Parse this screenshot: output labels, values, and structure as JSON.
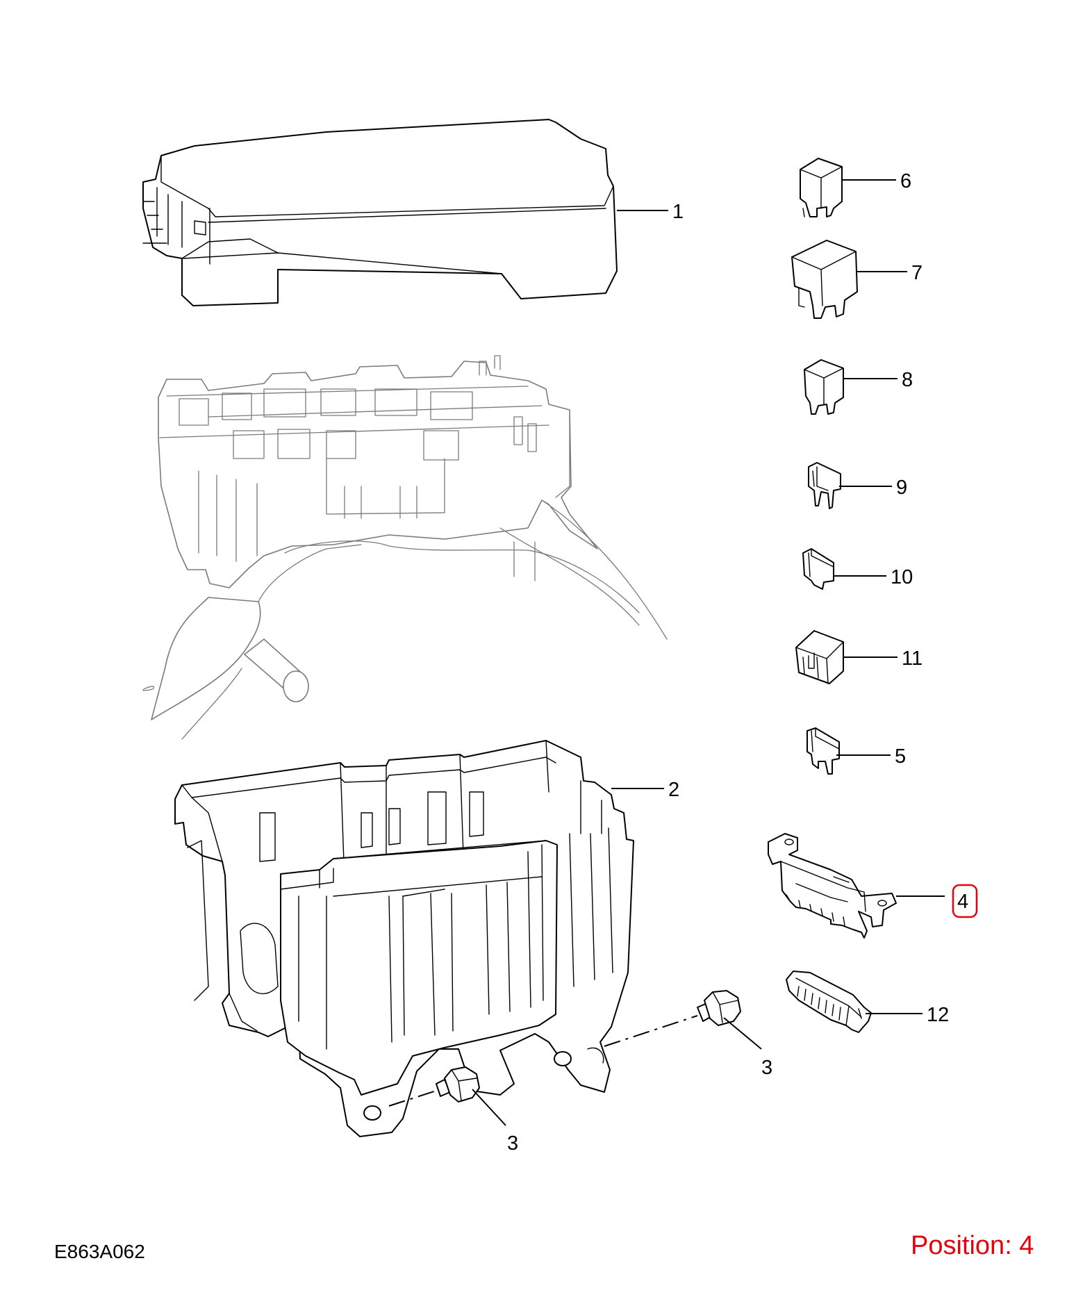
{
  "drawing": {
    "code": "E863A062",
    "position_label": "Position: 4",
    "highlight_color": "#e8000b",
    "line_color": "#000000",
    "ghost_line_color": "#7a7a7a"
  },
  "callouts": {
    "c1": "1",
    "c2": "2",
    "c3a": "3",
    "c3b": "3",
    "c4": "4",
    "c5": "5",
    "c6": "6",
    "c7": "7",
    "c8": "8",
    "c9": "9",
    "c10": "10",
    "c11": "11",
    "c12": "12"
  }
}
